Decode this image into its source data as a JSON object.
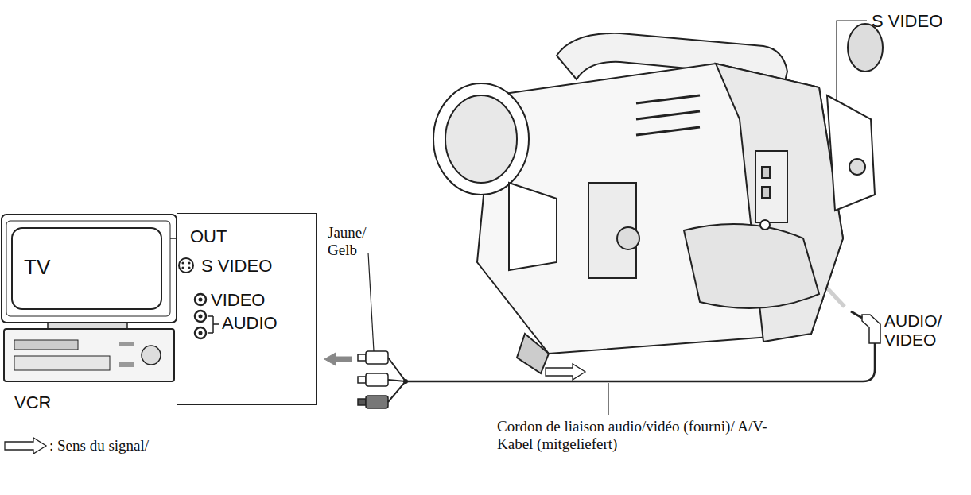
{
  "diagram": {
    "nodes": [
      {
        "text": [
          "TV"
        ]
      },
      {
        "text": [
          "OUT",
          "S VIDEO",
          "VIDEO",
          "AUDIO"
        ]
      }
    ],
    "labels": [
      "S VIDEO",
      "AUDIO/ VIDEO",
      "Jaune/ Gelb",
      "VCR",
      "Cordon de liaison audio/vidéo (fourni)/ A/V-Kabel (mitgeliefert)"
    ],
    "legend": [
      {
        "text": ": Sens du signal/"
      }
    ]
  }
}
